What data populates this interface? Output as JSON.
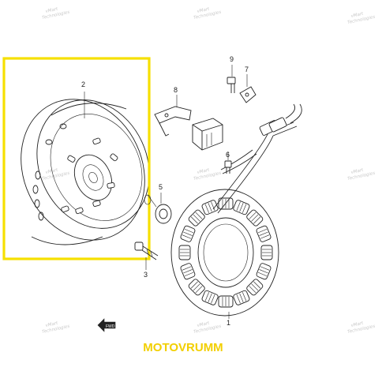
{
  "watermark": {
    "line1": "vMart",
    "line2": "Technologies"
  },
  "brand": {
    "text": "MOTOVRUMM",
    "color": "#f2cf00"
  },
  "highlight": {
    "color": "#f6e000"
  },
  "callouts": {
    "rotor": "2",
    "bolt_rotor": "3",
    "nut": "5",
    "bolt_stator": "6",
    "stator": "1",
    "clamp": "8",
    "bolt_clamp": "9",
    "clip": "7"
  },
  "fwd_arrow": {
    "label": "FWD"
  }
}
